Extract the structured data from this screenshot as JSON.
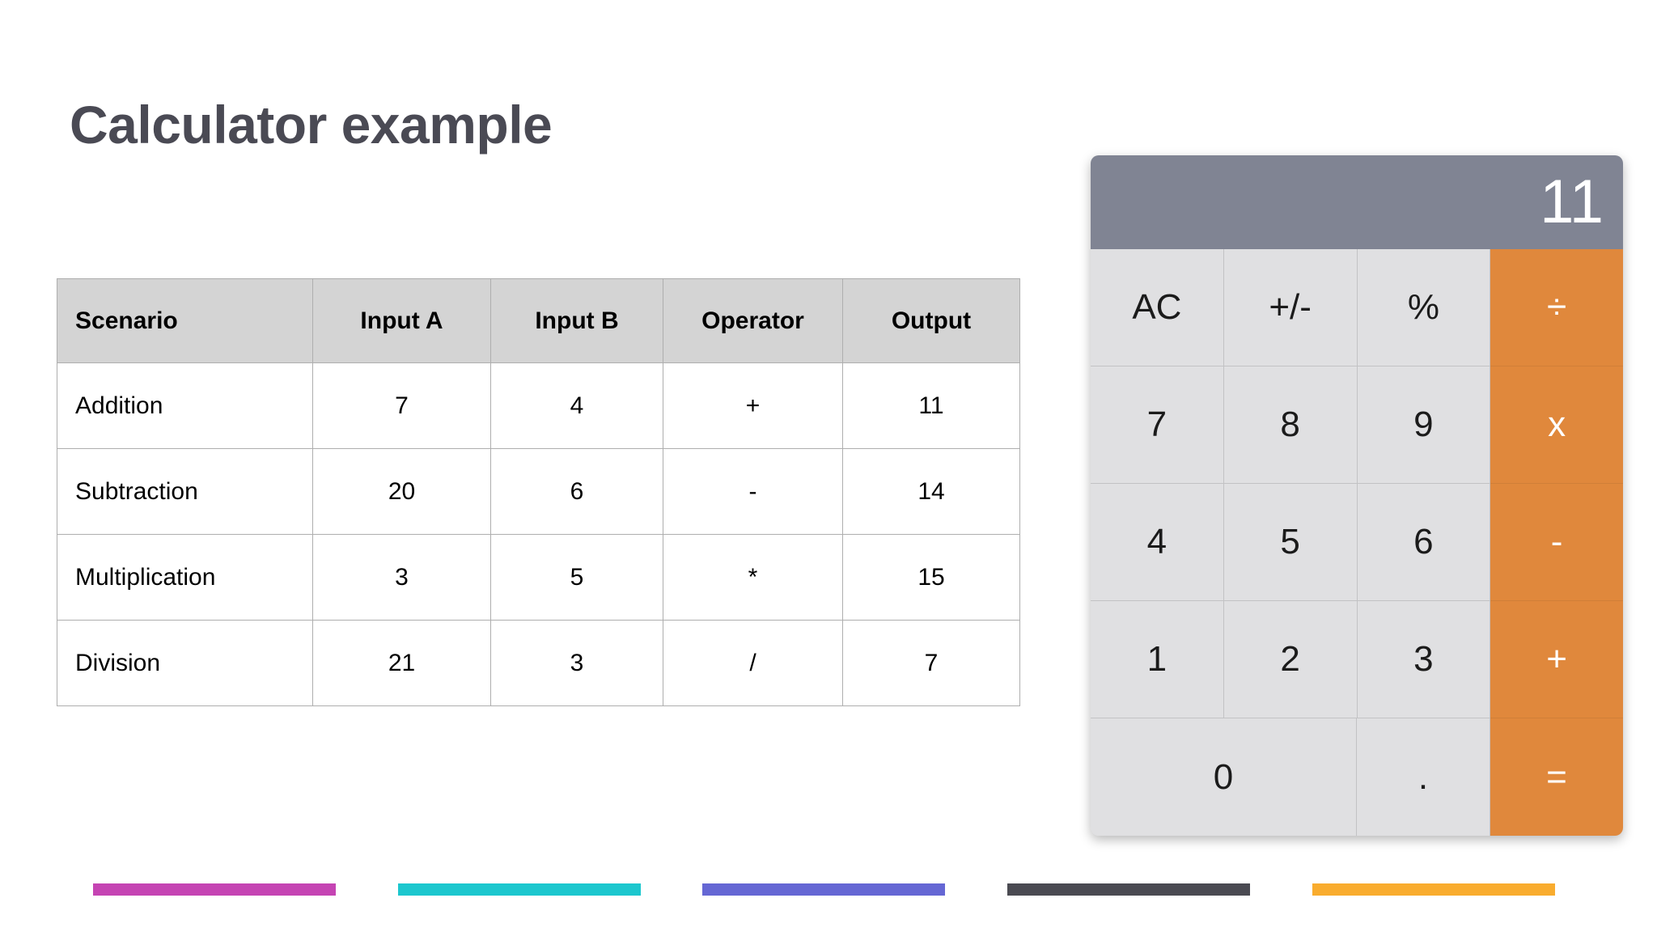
{
  "slide": {
    "title": "Calculator example"
  },
  "table": {
    "headers": [
      "Scenario",
      "Input A",
      "Input B",
      "Operator",
      "Output"
    ],
    "rows": [
      {
        "scenario": "Addition",
        "input_a": "7",
        "input_b": "4",
        "operator": "+",
        "output": "11"
      },
      {
        "scenario": "Subtraction",
        "input_a": "20",
        "input_b": "6",
        "operator": "-",
        "output": "14"
      },
      {
        "scenario": "Multiplication",
        "input_a": "3",
        "input_b": "5",
        "operator": "*",
        "output": "15"
      },
      {
        "scenario": "Division",
        "input_a": "21",
        "input_b": "3",
        "operator": "/",
        "output": "7"
      }
    ]
  },
  "calculator": {
    "display_value": "11",
    "display_color": "#808493",
    "operator_color": "#e0883c",
    "key_color": "#e0e0e2",
    "rows": [
      [
        {
          "label": "AC",
          "name": "all-clear",
          "kind": "fn"
        },
        {
          "label": "+/-",
          "name": "sign-toggle",
          "kind": "fn"
        },
        {
          "label": "%",
          "name": "percent",
          "kind": "fn"
        },
        {
          "label": "÷",
          "name": "divide",
          "kind": "op"
        }
      ],
      [
        {
          "label": "7",
          "name": "digit-7",
          "kind": "num"
        },
        {
          "label": "8",
          "name": "digit-8",
          "kind": "num"
        },
        {
          "label": "9",
          "name": "digit-9",
          "kind": "num"
        },
        {
          "label": "x",
          "name": "multiply",
          "kind": "op"
        }
      ],
      [
        {
          "label": "4",
          "name": "digit-4",
          "kind": "num"
        },
        {
          "label": "5",
          "name": "digit-5",
          "kind": "num"
        },
        {
          "label": "6",
          "name": "digit-6",
          "kind": "num"
        },
        {
          "label": "-",
          "name": "subtract",
          "kind": "op"
        }
      ],
      [
        {
          "label": "1",
          "name": "digit-1",
          "kind": "num"
        },
        {
          "label": "2",
          "name": "digit-2",
          "kind": "num"
        },
        {
          "label": "3",
          "name": "digit-3",
          "kind": "num"
        },
        {
          "label": "+",
          "name": "add",
          "kind": "op"
        }
      ],
      [
        {
          "label": "0",
          "name": "digit-0",
          "kind": "num",
          "wide": true
        },
        {
          "label": ".",
          "name": "decimal-point",
          "kind": "num"
        },
        {
          "label": "=",
          "name": "equals",
          "kind": "op"
        }
      ]
    ]
  },
  "footer_bars": [
    {
      "name": "bar-magenta",
      "color": "#c544b3"
    },
    {
      "name": "bar-cyan",
      "color": "#1cc7ce"
    },
    {
      "name": "bar-indigo",
      "color": "#6567d4"
    },
    {
      "name": "bar-slate",
      "color": "#4a4a52"
    },
    {
      "name": "bar-amber",
      "color": "#f9ac2e"
    }
  ]
}
